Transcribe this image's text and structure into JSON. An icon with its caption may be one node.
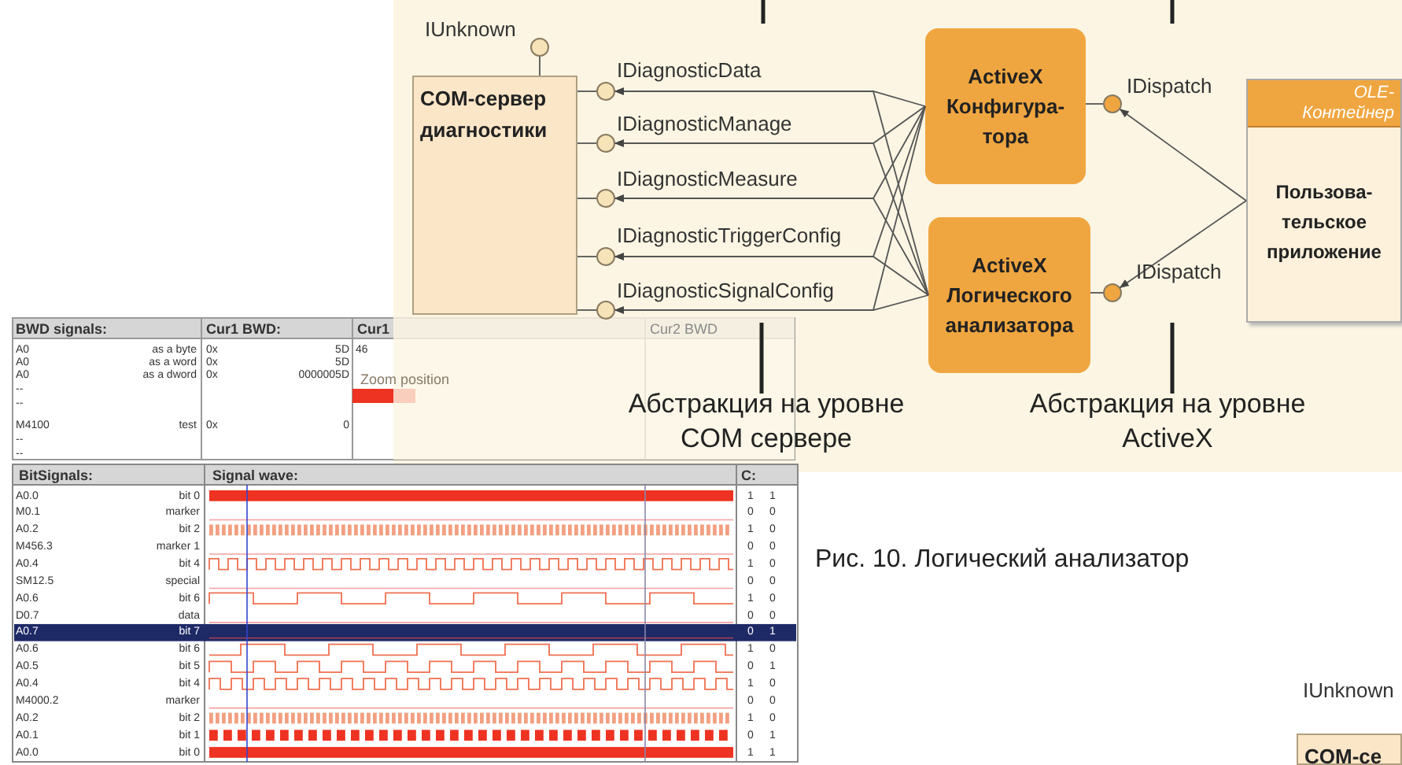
{
  "diagram": {
    "nodes": [
      {
        "text": [
          "COM-сервер диагностики"
        ]
      },
      {
        "text": [],
        "shape": "circle",
        "beside": [
          "IUnknown"
        ]
      },
      {
        "text": [],
        "shape": "circle",
        "beside": [
          "IDiagnosticData"
        ]
      },
      {
        "text": [],
        "shape": "circle",
        "beside": [
          "IDiagnosticManage"
        ]
      },
      {
        "text": [],
        "shape": "circle",
        "beside": [
          "IDiagnosticMeasure"
        ]
      },
      {
        "text": [],
        "shape": "circle",
        "beside": [
          "IDiagnosticTriggerConfig"
        ]
      },
      {
        "text": [],
        "shape": "circle",
        "beside": [
          "IDiagnosticSignalConfig"
        ]
      },
      {
        "text": [
          "ActiveX Конфигура-тора"
        ]
      },
      {
        "text": [],
        "shape": "circle",
        "beside": [
          "IDispatch"
        ]
      },
      {
        "text": [
          "ActiveX Логического анализатора"
        ]
      },
      {
        "text": [],
        "shape": "circle",
        "beside": [
          "IDispatch"
        ]
      },
      {
        "text": [
          "OLE-Контейнер",
          "Пользова-тельское приложение"
        ]
      },
      {
        "text": [
          "COM-се"
        ]
      }
    ],
    "edges": [
      {
        "from": 0,
        "to": 1,
        "arrow": "none"
      },
      {
        "from": 0,
        "to": 2,
        "arrow": "none"
      },
      {
        "from": 0,
        "to": 3,
        "arrow": "none"
      },
      {
        "from": 0,
        "to": 4,
        "arrow": "none"
      },
      {
        "from": 0,
        "to": 5,
        "arrow": "none"
      },
      {
        "from": 0,
        "to": 6,
        "arrow": "none"
      },
      {
        "from": 7,
        "to": 2,
        "arrow": "to"
      },
      {
        "from": 7,
        "to": 3,
        "arrow": "to"
      },
      {
        "from": 7,
        "to": 4,
        "arrow": "to"
      },
      {
        "from": 7,
        "to": 5,
        "arrow": "to"
      },
      {
        "from": 7,
        "to": 6,
        "arrow": "to"
      },
      {
        "from": 9,
        "to": 2,
        "arrow": "to"
      },
      {
        "from": 9,
        "to": 3,
        "arrow": "to"
      },
      {
        "from": 9,
        "to": 4,
        "arrow": "to"
      },
      {
        "from": 9,
        "to": 5,
        "arrow": "to"
      },
      {
        "from": 9,
        "to": 6,
        "arrow": "to"
      },
      {
        "from": 7,
        "to": 8,
        "arrow": "none"
      },
      {
        "from": 9,
        "to": 10,
        "arrow": "none"
      },
      {
        "from": 11,
        "to": 8,
        "arrow": "to"
      },
      {
        "from": 11,
        "to": 10,
        "arrow": "to"
      }
    ],
    "labels": [
      "Абстракция на уровне COM сервере",
      "Абстракция на уровне ActiveX",
      "Рис. 10. Логический анализатор",
      "IUnknown",
      "BWD signals:",
      "Cur1 BWD:",
      "Cur1",
      "Cur2 BWD",
      "Zoom position",
      "A0",
      "as a byte",
      "0x",
      "5D",
      "46",
      "A0",
      "as a word",
      "0x",
      "5D",
      "A0",
      "as a dword",
      "0x",
      "0000005D",
      "--",
      "--",
      "M4100",
      "test",
      "0x",
      "0",
      "--",
      "--",
      "BitSignals:",
      "Signal wave:",
      "C:",
      "A0.0",
      "bit 0",
      "1",
      "1",
      "M0.1",
      "marker",
      "0",
      "0",
      "A0.2",
      "bit 2",
      "1",
      "0",
      "M456.3",
      "marker 1",
      "0",
      "0",
      "A0.4",
      "bit 4",
      "1",
      "0",
      "SM12.5",
      "special",
      "0",
      "0",
      "A0.6",
      "bit 6",
      "1",
      "0",
      "D0.7",
      "data",
      "0",
      "0",
      "A0.7",
      "bit 7",
      "0",
      "1",
      "A0.6",
      "bit 6",
      "1",
      "0",
      "A0.5",
      "bit 5",
      "0",
      "1",
      "A0.4",
      "bit 4",
      "1",
      "0",
      "M4000.2",
      "marker",
      "0",
      "0",
      "A0.2",
      "bit 2",
      "1",
      "0",
      "A0.1",
      "bit 1",
      "0",
      "1",
      "A0.0",
      "bit 0",
      "1",
      "1"
    ]
  }
}
